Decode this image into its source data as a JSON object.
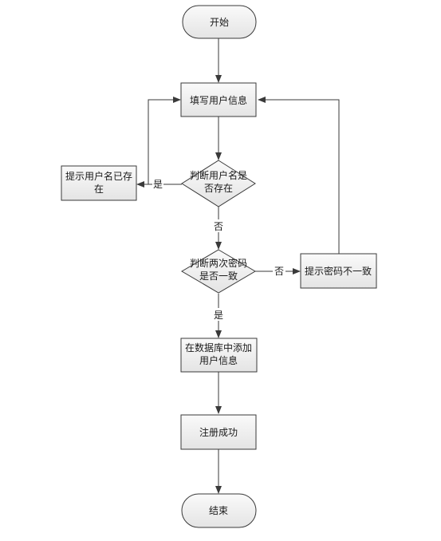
{
  "nodes": {
    "start": {
      "label": "开始"
    },
    "fill_info": {
      "label": "填写用户信息"
    },
    "check_username": {
      "label_line1": "判断用户名是",
      "label_line2": "否存在"
    },
    "username_exists": {
      "label_line1": "提示用户名已存",
      "label_line2": "在"
    },
    "check_password": {
      "label_line1": "判断两次密码",
      "label_line2": "是否一致"
    },
    "password_mismatch": {
      "label": "提示密码不一致"
    },
    "add_to_db": {
      "label_line1": "在数据库中添加",
      "label_line2": "用户信息"
    },
    "register_success": {
      "label": "注册成功"
    },
    "end": {
      "label": "结束"
    }
  },
  "edge_labels": {
    "username_yes": "是",
    "username_no": "否",
    "password_no": "否",
    "password_yes": "是"
  },
  "colors": {
    "stroke": "#3a3a3a",
    "fill_light": "#f7f7f7",
    "fill_dark": "#e6e6e6"
  }
}
